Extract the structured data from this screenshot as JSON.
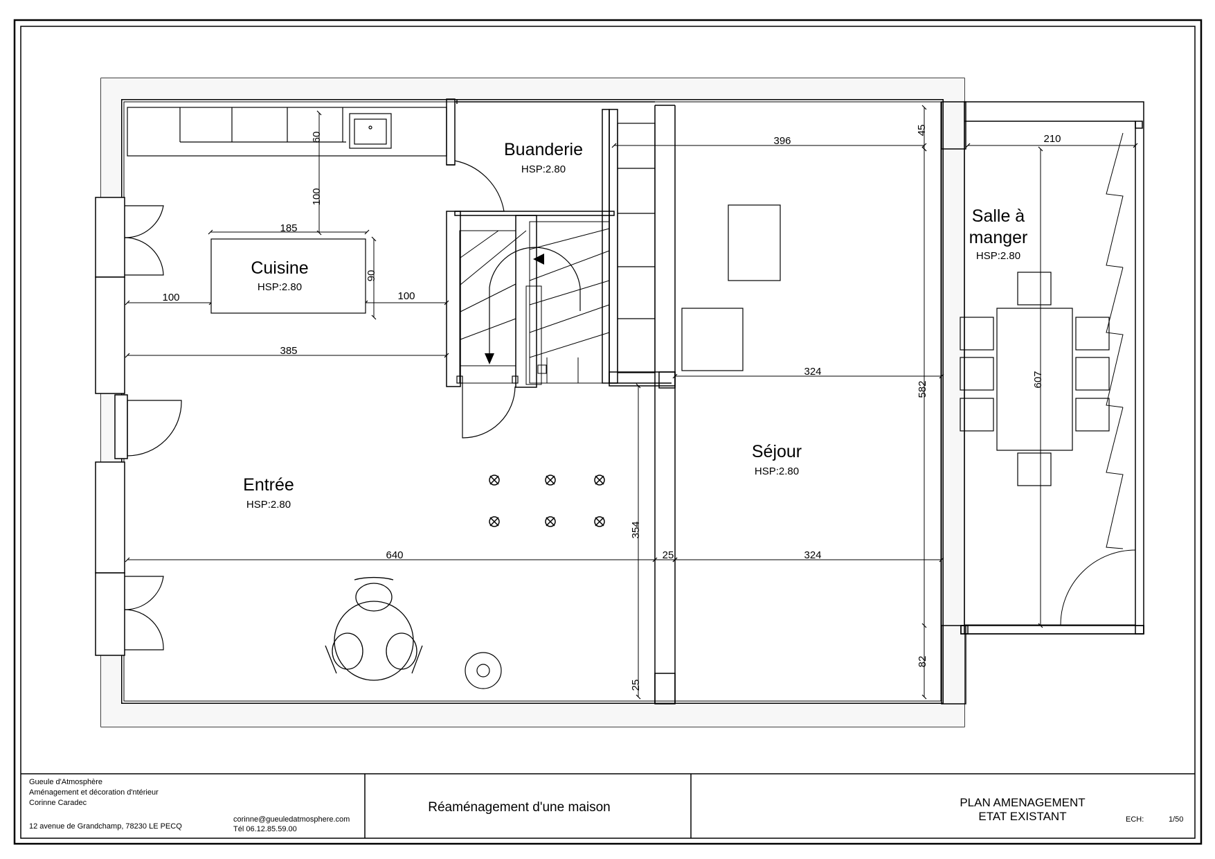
{
  "rooms": {
    "buanderie": {
      "name": "Buanderie",
      "hsp": "HSP:2.80"
    },
    "cuisine": {
      "name": "Cuisine",
      "hsp": "HSP:2.80"
    },
    "salle_line1": "Salle à",
    "salle_line2": "manger",
    "salle_hsp": "HSP:2.80",
    "sejour": {
      "name": "Séjour",
      "hsp": "HSP:2.80"
    },
    "entree": {
      "name": "Entrée",
      "hsp": "HSP:2.80"
    }
  },
  "dims": {
    "d60": "60",
    "d100_v": "100",
    "d185": "185",
    "d90": "90",
    "d100_left": "100",
    "d100_right": "100",
    "d385": "385",
    "d396": "396",
    "d45": "45",
    "d210": "210",
    "d324_top": "324",
    "d582": "582",
    "d607": "607",
    "d354": "354",
    "d640": "640",
    "d25_h": "25",
    "d324_bottom": "324",
    "d82": "82",
    "d25_v": "25"
  },
  "title_block": {
    "company": "Gueule d'Atmosphère",
    "activity": "Aménagement et décoration d'ntérieur",
    "person": "Corinne Caradec",
    "address": "12 avenue de Grandchamp, 78230 LE PECQ",
    "email": "corinne@gueuledatmosphere.com",
    "phone": "Tél  06.12.85.59.00",
    "project": "Réaménagement d'une maison",
    "plan_line1": "PLAN AMENAGEMENT",
    "plan_line2": "ETAT EXISTANT",
    "scale_label": "ECH:",
    "scale_value": "1/50"
  }
}
